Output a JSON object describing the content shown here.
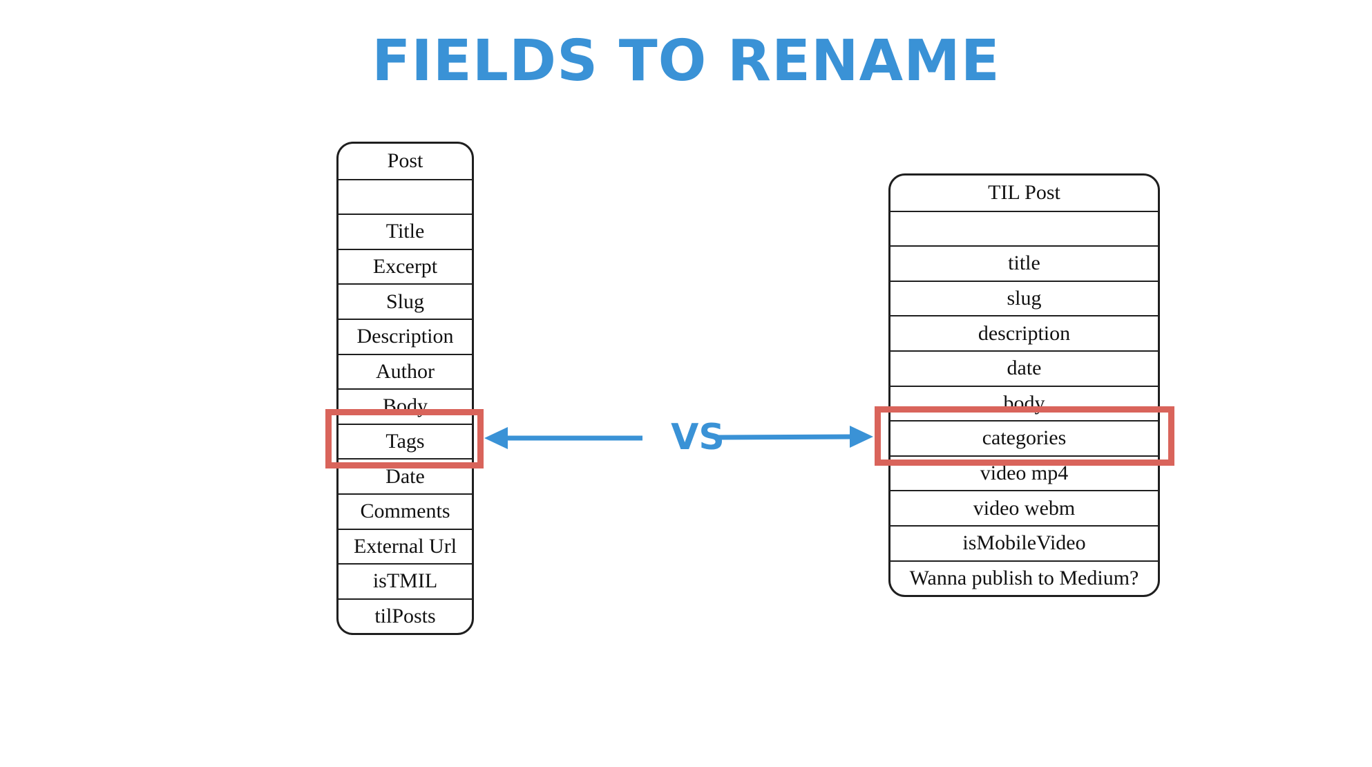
{
  "slide": {
    "title": "FIELDS TO RENAME",
    "vs_label": "VS"
  },
  "left_entity": {
    "name": "Post",
    "fields": [
      "",
      "Title",
      "Excerpt",
      "Slug",
      "Description",
      "Author",
      "Body",
      "Tags",
      "Date",
      "Comments",
      "External Url",
      "isTMIL",
      "tilPosts"
    ],
    "highlighted_field": "Tags"
  },
  "right_entity": {
    "name": "TIL Post",
    "fields": [
      "",
      "title",
      "slug",
      "description",
      "date",
      "body",
      "categories",
      "video mp4",
      "video webm",
      "isMobileVideo",
      "Wanna publish to Medium?"
    ],
    "highlighted_field": "categories"
  },
  "colors": {
    "title": "#3a92d6",
    "arrow": "#3a92d6",
    "highlight": "#d9645b",
    "border": "#1f1f1f"
  }
}
